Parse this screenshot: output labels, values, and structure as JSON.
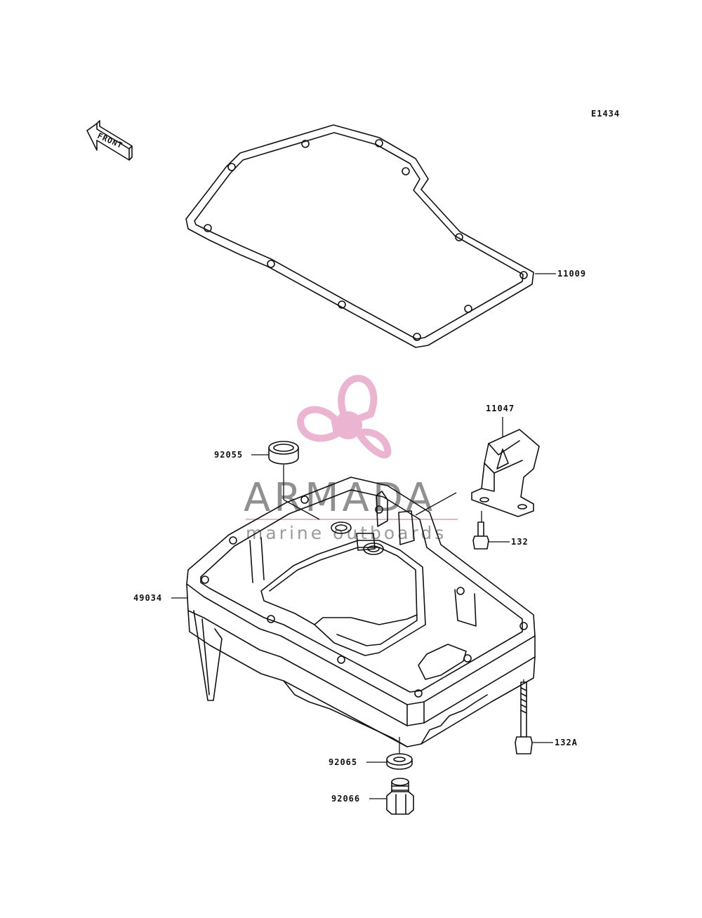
{
  "diagram_code": "E1434",
  "front_arrow_label": "FRONT",
  "watermark": {
    "brand": "ARMADA",
    "tagline": "marine outboards",
    "accent": "#e8a8c8",
    "line": "#e2a6c4"
  },
  "callouts": {
    "gasket": "11009",
    "bracket": "11047",
    "seal": "92055",
    "bracket_bolt": "132",
    "oil_pan": "49034",
    "pan_bolt": "132A",
    "washer": "92065",
    "drain_plug": "92066"
  }
}
